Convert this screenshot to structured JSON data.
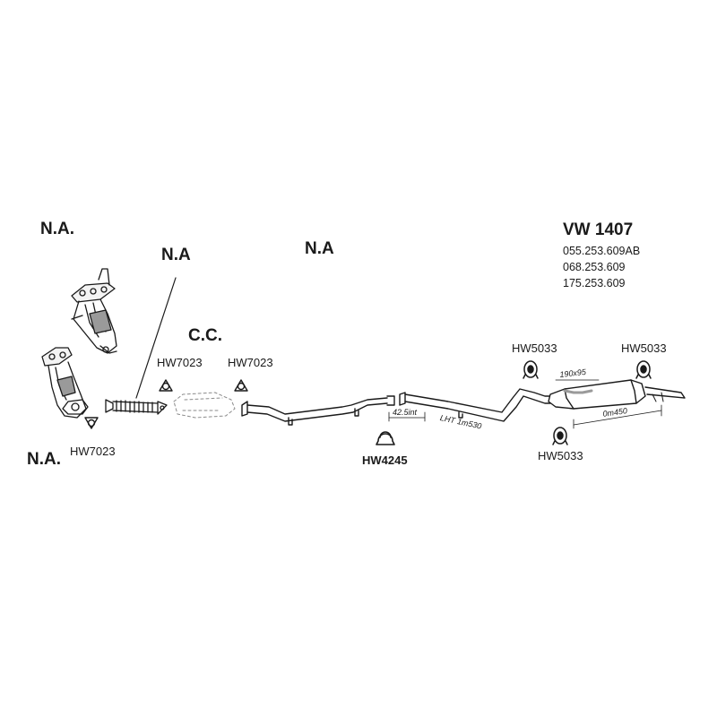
{
  "header": {
    "model": "VW 1407",
    "oem_refs": [
      "055.253.609AB",
      "068.253.609",
      "175.253.609"
    ]
  },
  "annotations": {
    "na_top_left": "N.A.",
    "na_flex": "N.A",
    "na_center": "N.A",
    "na_bottom_left": "N.A.",
    "cc": "C.C."
  },
  "parts": {
    "gasket_1": "HW7023",
    "gasket_2": "HW7023",
    "gasket_3": "HW7023",
    "clamp": "HW4245",
    "hanger_1": "HW5033",
    "hanger_2": "HW5033",
    "hanger_3": "HW5033"
  },
  "dimensions": {
    "pipe_dia": "42.5int",
    "pipe_length": "LHT 1m530",
    "muffler_section": "190x95",
    "muffler_length": "0m450"
  },
  "colors": {
    "ink": "#1a1a1a",
    "shade": "#9a9a9a"
  }
}
